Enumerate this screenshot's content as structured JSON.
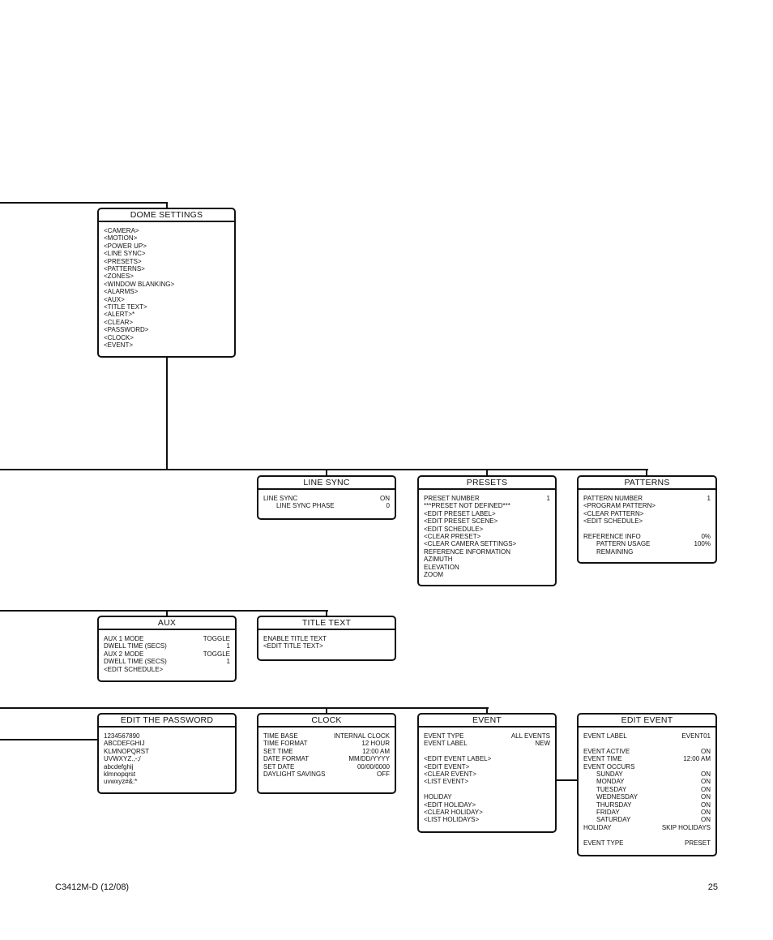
{
  "boxes": [
    {
      "id": "dome-settings",
      "title": "DOME SETTINGS",
      "rows": [
        {
          "label": "<CAMERA>"
        },
        {
          "label": "<MOTION>"
        },
        {
          "label": "<POWER UP>"
        },
        {
          "label": "<LINE SYNC>"
        },
        {
          "label": "<PRESETS>"
        },
        {
          "label": "<PATTERNS>"
        },
        {
          "label": "<ZONES>"
        },
        {
          "label": "<WINDOW BLANKING>"
        },
        {
          "label": "<ALARMS>"
        },
        {
          "label": "<AUX>"
        },
        {
          "label": "<TITLE TEXT>"
        },
        {
          "label": "<ALERT>*"
        },
        {
          "label": "<CLEAR>"
        },
        {
          "label": "<PASSWORD>"
        },
        {
          "label": "<CLOCK>"
        },
        {
          "label": "<EVENT>"
        }
      ]
    },
    {
      "id": "line-sync",
      "title": "LINE SYNC",
      "rows": [
        {
          "label": "LINE SYNC",
          "value": "ON"
        },
        {
          "label": "LINE SYNC PHASE",
          "value": "0",
          "indent": true
        }
      ]
    },
    {
      "id": "presets",
      "title": "PRESETS",
      "rows": [
        {
          "label": "PRESET NUMBER",
          "value": "1"
        },
        {
          "label": "***PRESET NOT DEFINED***"
        },
        {
          "label": "<EDIT PRESET LABEL>"
        },
        {
          "label": "<EDIT PRESET SCENE>"
        },
        {
          "label": "<EDIT SCHEDULE>"
        },
        {
          "label": "<CLEAR PRESET>"
        },
        {
          "label": "<CLEAR CAMERA SETTINGS>"
        },
        {
          "label": "REFERENCE INFORMATION"
        },
        {
          "label": "AZIMUTH"
        },
        {
          "label": "ELEVATION"
        },
        {
          "label": "ZOOM"
        }
      ]
    },
    {
      "id": "patterns",
      "title": "PATTERNS",
      "rows": [
        {
          "label": "PATTERN NUMBER",
          "value": "1"
        },
        {
          "label": "<PROGRAM PATTERN>"
        },
        {
          "label": "<CLEAR PATTERN>"
        },
        {
          "label": "<EDIT SCHEDULE>"
        },
        {
          "label": ""
        },
        {
          "label": "REFERENCE INFO",
          "value": "0%"
        },
        {
          "label": "PATTERN USAGE",
          "value": "100%",
          "indent": true
        },
        {
          "label": "REMAINING",
          "indent": true
        }
      ]
    },
    {
      "id": "aux",
      "title": "AUX",
      "rows": [
        {
          "label": "AUX 1 MODE",
          "value": "TOGGLE"
        },
        {
          "label": "DWELL TIME (SECS)",
          "value": "1"
        },
        {
          "label": "AUX 2 MODE",
          "value": "TOGGLE"
        },
        {
          "label": "DWELL TIME (SECS)",
          "value": "1"
        },
        {
          "label": "<EDIT SCHEDULE>"
        }
      ]
    },
    {
      "id": "title-text",
      "title": "TITLE TEXT",
      "rows": [
        {
          "label": "ENABLE TITLE TEXT"
        },
        {
          "label": "<EDIT TITLE TEXT>"
        }
      ]
    },
    {
      "id": "edit-password",
      "title": "EDIT THE PASSWORD",
      "rows": [
        {
          "label": "1234567890"
        },
        {
          "label": "ABCDEFGHIJ"
        },
        {
          "label": "KLMNOPQRST"
        },
        {
          "label": "UVWXYZ.,-;/"
        },
        {
          "label": "abcdefghij"
        },
        {
          "label": "klmnopqrst"
        },
        {
          "label": "uvwxyz#&:*"
        }
      ]
    },
    {
      "id": "clock",
      "title": "CLOCK",
      "rows": [
        {
          "label": "TIME BASE",
          "value": "INTERNAL CLOCK"
        },
        {
          "label": "TIME FORMAT",
          "value": "12 HOUR"
        },
        {
          "label": "SET TIME",
          "value": "12:00 AM"
        },
        {
          "label": "DATE FORMAT",
          "value": "MM/DD/YYYY"
        },
        {
          "label": "SET DATE",
          "value": "00/00/0000"
        },
        {
          "label": "DAYLIGHT SAVINGS",
          "value": "OFF"
        }
      ]
    },
    {
      "id": "event",
      "title": "EVENT",
      "rows": [
        {
          "label": "EVENT TYPE",
          "value": "ALL EVENTS"
        },
        {
          "label": "EVENT LABEL",
          "value": "NEW"
        },
        {
          "label": ""
        },
        {
          "label": "<EDIT EVENT LABEL>"
        },
        {
          "label": "<EDIT EVENT>"
        },
        {
          "label": "<CLEAR EVENT>"
        },
        {
          "label": "<LIST EVENT>"
        },
        {
          "label": ""
        },
        {
          "label": "HOLIDAY"
        },
        {
          "label": "<EDIT HOLIDAY>"
        },
        {
          "label": "<CLEAR HOLIDAY>"
        },
        {
          "label": "<LIST HOLIDAYS>"
        }
      ]
    },
    {
      "id": "edit-event",
      "title": "EDIT EVENT",
      "rows": [
        {
          "label": "EVENT LABEL",
          "value": "EVENT01"
        },
        {
          "label": ""
        },
        {
          "label": "EVENT ACTIVE",
          "value": "ON"
        },
        {
          "label": "EVENT TIME",
          "value": "12:00 AM"
        },
        {
          "label": "EVENT OCCURS"
        },
        {
          "label": "SUNDAY",
          "value": "ON",
          "indent": true
        },
        {
          "label": "MONDAY",
          "value": "ON",
          "indent": true
        },
        {
          "label": "TUESDAY",
          "value": "ON",
          "indent": true
        },
        {
          "label": "WEDNESDAY",
          "value": "ON",
          "indent": true
        },
        {
          "label": "THURSDAY",
          "value": "ON",
          "indent": true
        },
        {
          "label": "FRIDAY",
          "value": "ON",
          "indent": true
        },
        {
          "label": "SATURDAY",
          "value": "ON",
          "indent": true
        },
        {
          "label": "HOLIDAY",
          "value": "SKIP HOLIDAYS"
        },
        {
          "label": ""
        },
        {
          "label": "EVENT TYPE",
          "value": "PRESET"
        }
      ]
    }
  ],
  "footer": {
    "doc_id": "C3412M-D (12/08)",
    "page_number": "25"
  }
}
